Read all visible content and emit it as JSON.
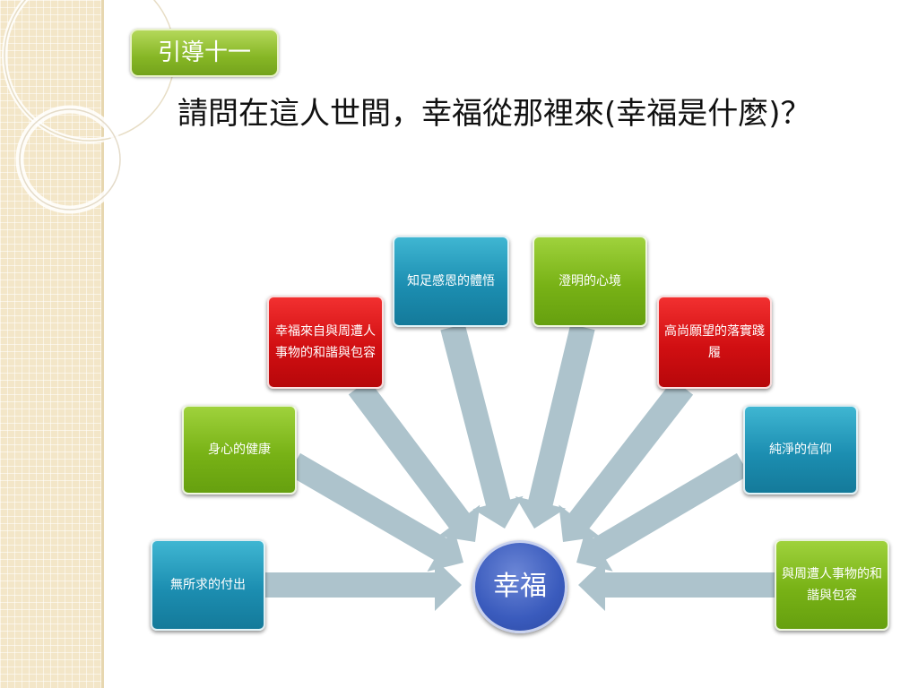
{
  "tag": "引導十一",
  "question": "請問在這人世間，幸福從那裡來(幸福是什麼)？",
  "center": "幸福",
  "nodes": [
    {
      "label": "無所求的付出",
      "color": "blue"
    },
    {
      "label": "身心的健康",
      "color": "green"
    },
    {
      "label": "幸福來自與周遭人事物的和諧與包容",
      "color": "red"
    },
    {
      "label": "知足感恩的體悟",
      "color": "blue"
    },
    {
      "label": "澄明的心境",
      "color": "green"
    },
    {
      "label": "高尚願望的落實踐履",
      "color": "red"
    },
    {
      "label": "純淨的信仰",
      "color": "blue"
    },
    {
      "label": "與周遭人事物的和諧與包容",
      "color": "green"
    }
  ],
  "colors": {
    "blue": "#1c8eb1",
    "green": "#78b216",
    "red": "#d10f12",
    "center": "#3a5bbd",
    "arrow": "#adc3cc",
    "background_strip": "#f3e6c8"
  }
}
